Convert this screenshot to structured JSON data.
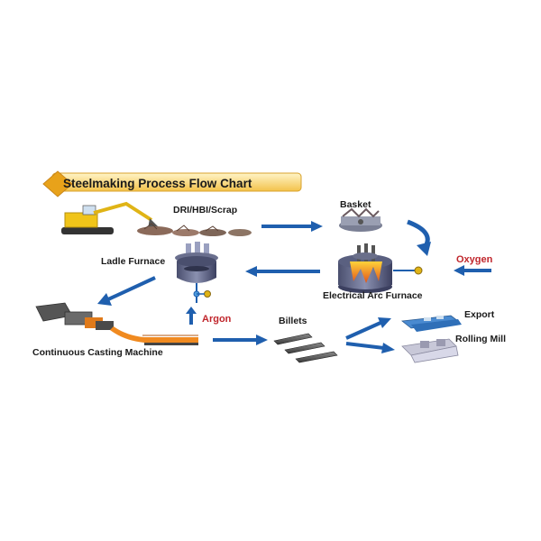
{
  "title": "Steelmaking Process Flow Chart",
  "colors": {
    "arrow": "#1f5fae",
    "gas_label": "#c0262c",
    "banner": "#f3c24a",
    "diamond": "#e8a21a"
  },
  "nodes": {
    "scrap": "DRI/HBI/Scrap",
    "basket": "Basket",
    "oxygen": "Oxygen",
    "eaf": "Electrical Arc Furnace",
    "ladle": "Ladle Furnace",
    "argon": "Argon",
    "ccm": "Continuous Casting Machine",
    "billets": "Billets",
    "export": "Export",
    "rolling": "Rolling Mill"
  }
}
